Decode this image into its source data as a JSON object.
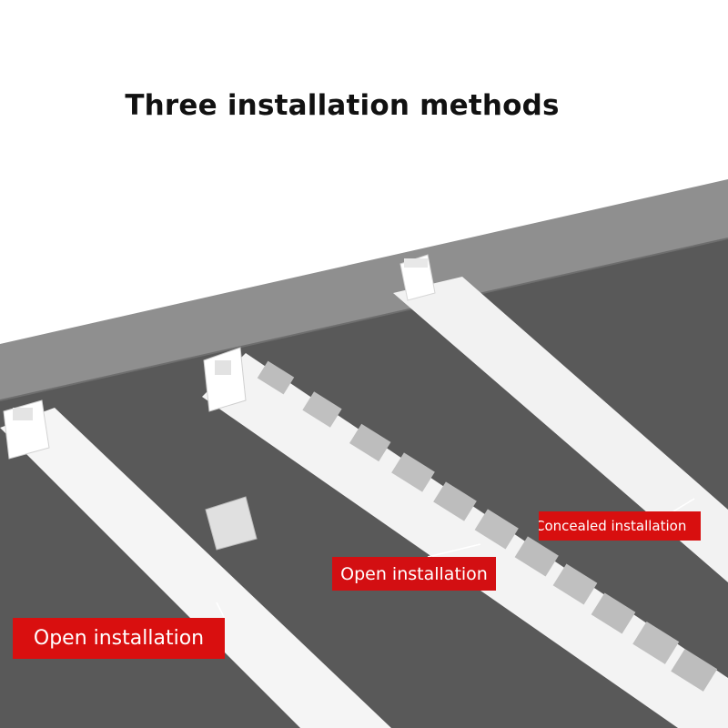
{
  "title": "Three installation methods",
  "callouts": [
    {
      "text": "Open installation",
      "color": "#d90f0f"
    },
    {
      "text": "Open installation",
      "color": "#d30f12"
    },
    {
      "text": "Concealed installation",
      "color": "#d80f0f"
    }
  ],
  "colors": {
    "ceiling_face": "#8c8c8c",
    "ceiling_underside": "#575757",
    "track": "#f4f4f4",
    "runner": "#b9b9b9"
  }
}
